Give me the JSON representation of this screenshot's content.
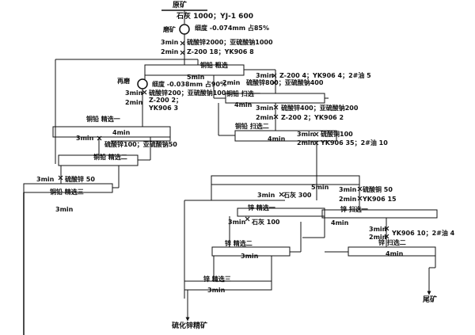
{
  "colors": {
    "line": "#111111",
    "background": "#ffffff"
  },
  "feed": {
    "label": "原矿",
    "reagents": "石灰 1000；YJ-1 600"
  },
  "grinding1": {
    "label": "磨矿",
    "fineness": "细度 -0.074mm 占85%"
  },
  "r1": {
    "time1": "3min",
    "line1": "硫酸锌2000；亚硫酸钠1000",
    "time2": "2min",
    "line2": "Z-200 18；YK906 8"
  },
  "pb_rougher": {
    "label": "铜铅 粗选",
    "time": "5min"
  },
  "regrind": {
    "label": "再磨",
    "fineness": "细度 -0.038mm 占90%"
  },
  "r_pb_scav1": {
    "time1": "3min",
    "line1": "Z-200 4；YK906 4；2#油 5",
    "time2": "2min",
    "line2": "硫酸锌800；亚硫酸钠400"
  },
  "r_pb_clean1": {
    "time1": "3min",
    "line1": "硫酸锌200；亚硫酸钠100",
    "time2": "2min",
    "line2a": "Z-200 2；",
    "line2b": "YK906 3"
  },
  "pb_scav1": {
    "label": "铜铅 扫选一",
    "time": "4min"
  },
  "r_pb_scav2": {
    "time1": "3min",
    "line1": "硫酸锌400；亚硫酸钠200",
    "time2": "2min",
    "line2": "Z-200 2；YK906 2"
  },
  "pb_clean1": {
    "label": "铜铅 精选一",
    "time": "4min"
  },
  "r_pb_clean2": {
    "time": "3min",
    "reagent": "硫酸锌100；亚硫酸钠50"
  },
  "pb_scav2": {
    "label": "铜铅 扫选二",
    "time": "4min"
  },
  "pb_clean2": {
    "label": "铜铅 精选二"
  },
  "r_zn_rougher": {
    "time1": "3min",
    "line1": "硫酸铜100",
    "time2": "2min",
    "line2": "YK906 35；2#油 10"
  },
  "r_pb_clean3": {
    "time": "3min",
    "reagent": "硫酸锌 50"
  },
  "pb_clean3": {
    "label": "铜铅 精选三",
    "time": "3min"
  },
  "zn_rougher": {
    "time": "5min"
  },
  "r_zn_clean1": {
    "time": "3min",
    "reagent": "石灰 300"
  },
  "r_zn_scav1": {
    "time1": "3min",
    "line1": "硫酸铜 50",
    "time2": "2min",
    "line2": "YK906 15"
  },
  "zn_clean1": {
    "label": "锌 精选一"
  },
  "zn_scav1": {
    "label": "锌 扫选一",
    "time": "4min"
  },
  "r_zn_clean2": {
    "time": "3min",
    "reagent": "石灰 100"
  },
  "r_zn_scav2": {
    "time1": "3min",
    "line1": "",
    "time2": "2min",
    "line2": "YK906 10；2#油 4"
  },
  "zn_clean2": {
    "label": "锌 精选二",
    "time": "3min"
  },
  "zn_scav2": {
    "label": "锌 扫选二",
    "time": "4min"
  },
  "zn_clean3": {
    "label": "锌 精选三",
    "time": "3min"
  },
  "products": {
    "zn_concentrate": "硫化锌精矿",
    "tailings": "尾矿"
  }
}
